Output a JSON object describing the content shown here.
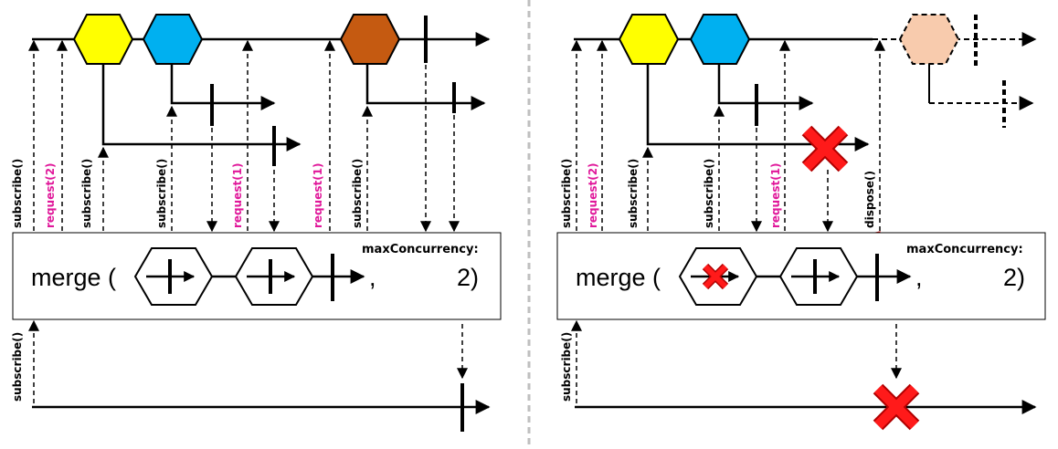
{
  "colors": {
    "yellow": "#ffff00",
    "blue": "#00b0f0",
    "brown": "#c55a11",
    "peach": "#f8cbad",
    "request": "#e0189a",
    "error": "#ee1111",
    "redArrow": "#c00000",
    "line": "#000000",
    "divider": "#bfbfbf"
  },
  "labels": {
    "subscribe": "subscribe()",
    "request2": "request(2)",
    "request1": "request(1)",
    "dispose": "dispose()"
  },
  "left": {
    "merge_word": "merge (",
    "comma": ",",
    "param_label": "maxConcurrency:",
    "param_value": "2)"
  },
  "right": {
    "merge_word": "merge (",
    "comma": ",",
    "param_label": "maxConcurrency:",
    "param_value": "2)"
  }
}
